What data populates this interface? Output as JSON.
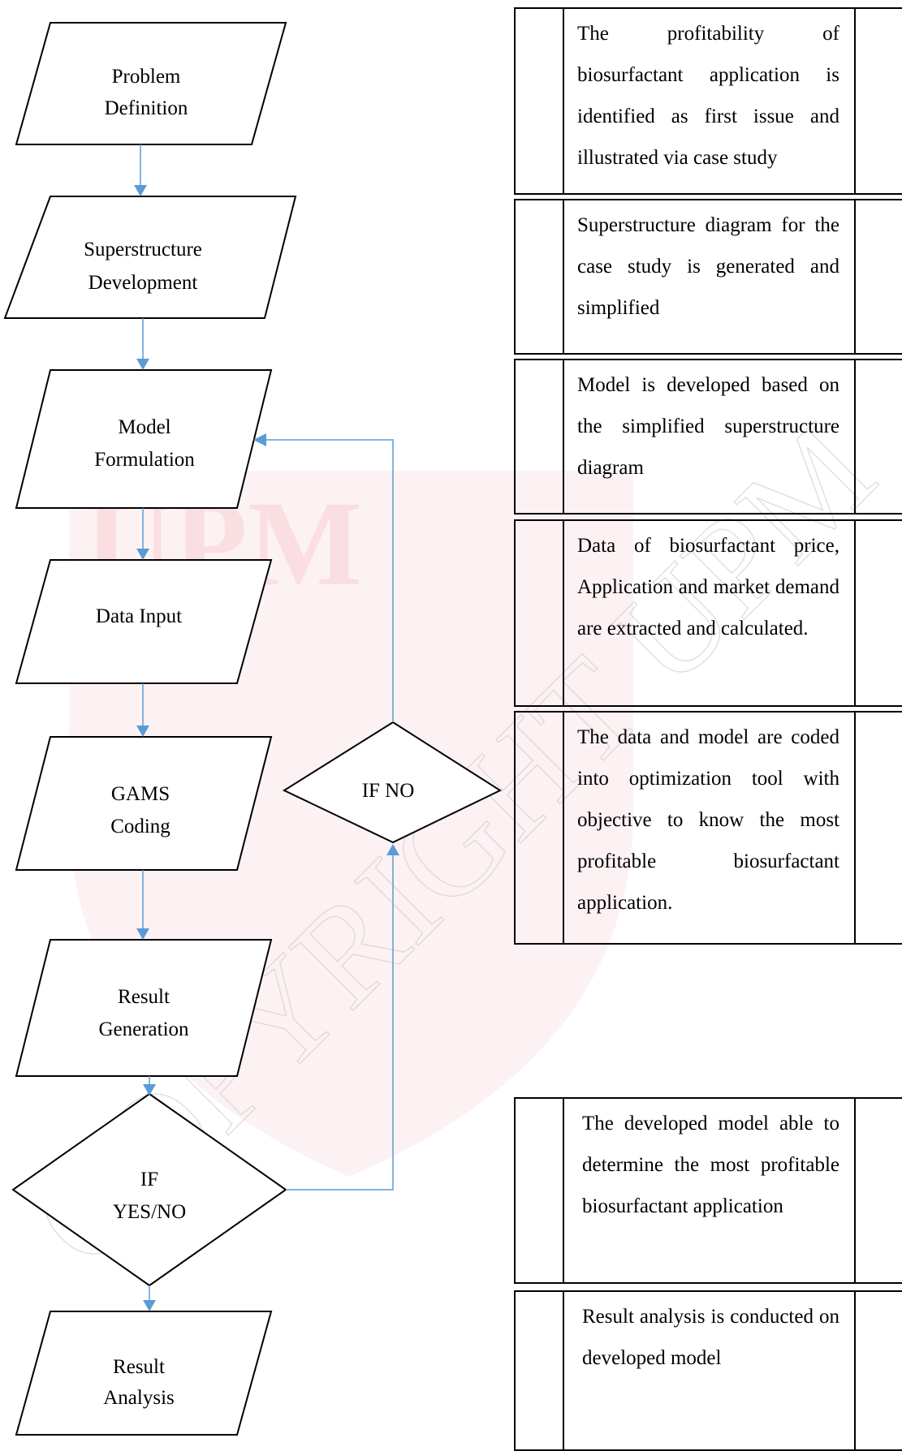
{
  "flowchart": {
    "steps": [
      {
        "id": "problem",
        "line1": "Problem",
        "line2": "Definition"
      },
      {
        "id": "superstructure",
        "line1": "Superstructure",
        "line2": "Development"
      },
      {
        "id": "model",
        "line1": "Model",
        "line2": "Formulation"
      },
      {
        "id": "data",
        "line1": "Data Input"
      },
      {
        "id": "gams",
        "line1": "GAMS",
        "line2": "Coding"
      },
      {
        "id": "result",
        "line1": "Result",
        "line2": "Generation"
      },
      {
        "id": "analysis",
        "line1": "Result",
        "line2": "Analysis"
      }
    ],
    "decision_main": {
      "line1": "IF",
      "line2": "YES/NO"
    },
    "decision_loop": {
      "line1": "IF NO"
    },
    "edge_color": "#5b9bd5"
  },
  "descriptions": [
    "The profitability of biosurfactant application is identified as first issue and illustrated via case study",
    "Superstructure diagram for the case study is generated and simplified",
    "Model is developed based on the simplified superstructure diagram",
    "Data of biosurfactant price, Application and market demand are extracted and calculated.",
    "The data and model are coded into optimization tool with objective to know the most profitable biosurfactant application.",
    "The developed model able to determine the most profitable biosurfactant application",
    "Result analysis is conducted on developed model"
  ],
  "watermark": {
    "text": "UPM",
    "diagonal_text": "COPYRIGHT UPM",
    "color": "#e8737f"
  }
}
